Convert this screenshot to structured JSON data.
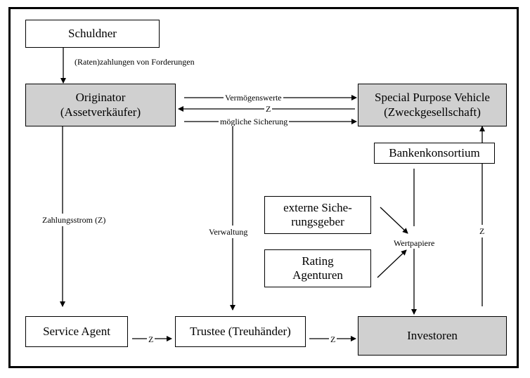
{
  "nodes": {
    "schuldner": "Schuldner",
    "originator_line1": "Originator",
    "originator_line2": "(Assetverkäufer)",
    "spv_line1": "Special Purpose Vehicle",
    "spv_line2": "(Zweckgesellschaft)",
    "bankenkonsortium": "Bankenkonsortium",
    "sicherungsgeber_line1": "externe Siche-",
    "sicherungsgeber_line2": "rungsgeber",
    "rating_line1": "Rating",
    "rating_line2": "Agenturen",
    "service_agent": "Service Agent",
    "trustee": "Trustee (Treuhänder)",
    "investoren": "Investoren"
  },
  "edge_labels": {
    "ratenzahlungen": "(Raten)zahlungen von Forderungen",
    "vermoegenswerte": "Vermögenswerte",
    "z_spv_to_orig": "Z",
    "moegliche_sicherung": "mögliche Sicherung",
    "zahlungsstrom": "Zahlungsstrom (Z)",
    "verwaltung": "Verwaltung",
    "wertpapiere": "Wertpapiere",
    "z_investoren_to_spv": "Z",
    "z_service_to_trustee": "Z",
    "z_trustee_to_investoren": "Z"
  },
  "colors": {
    "shaded_fill": "#d0d0d0",
    "line": "#000000"
  }
}
